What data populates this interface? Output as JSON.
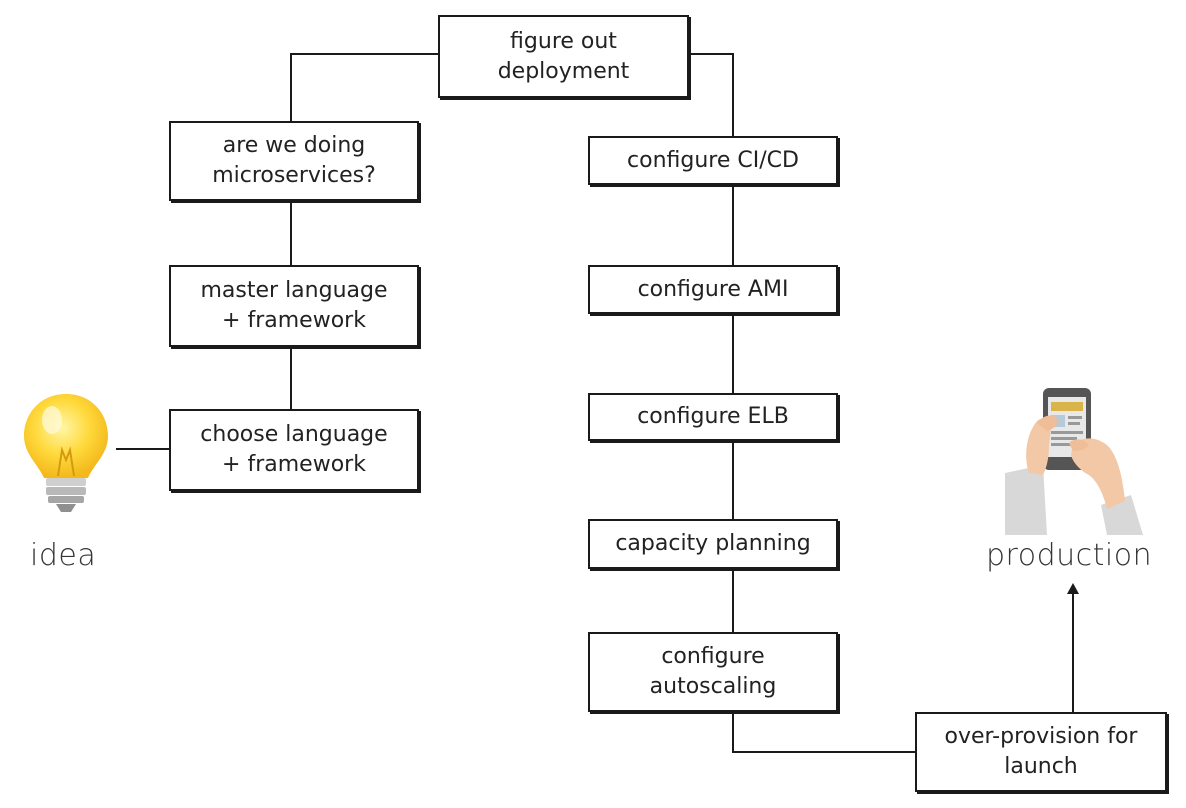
{
  "nodes": {
    "figure_out_deployment": "figure out\ndeployment",
    "microservices": "are we doing\nmicroservices?",
    "master_language": "master language\n+ framework",
    "choose_language": "choose language\n+ framework",
    "configure_cicd": "configure CI/CD",
    "configure_ami": "configure AMI",
    "configure_elb": "configure ELB",
    "capacity_planning": "capacity planning",
    "configure_autoscaling": "configure\nautoscaling",
    "over_provision": "over-provision for\nlaunch"
  },
  "labels": {
    "start": "idea",
    "end": "production"
  },
  "colors": {
    "line": "#1a1a1a",
    "bulb": "#ffd93b",
    "skin": "#f3c8a6",
    "phone": "#555555",
    "sleeve": "#d8d8d8"
  },
  "icons": {
    "start": "lightbulb-icon",
    "end": "hands-holding-phone-icon"
  }
}
